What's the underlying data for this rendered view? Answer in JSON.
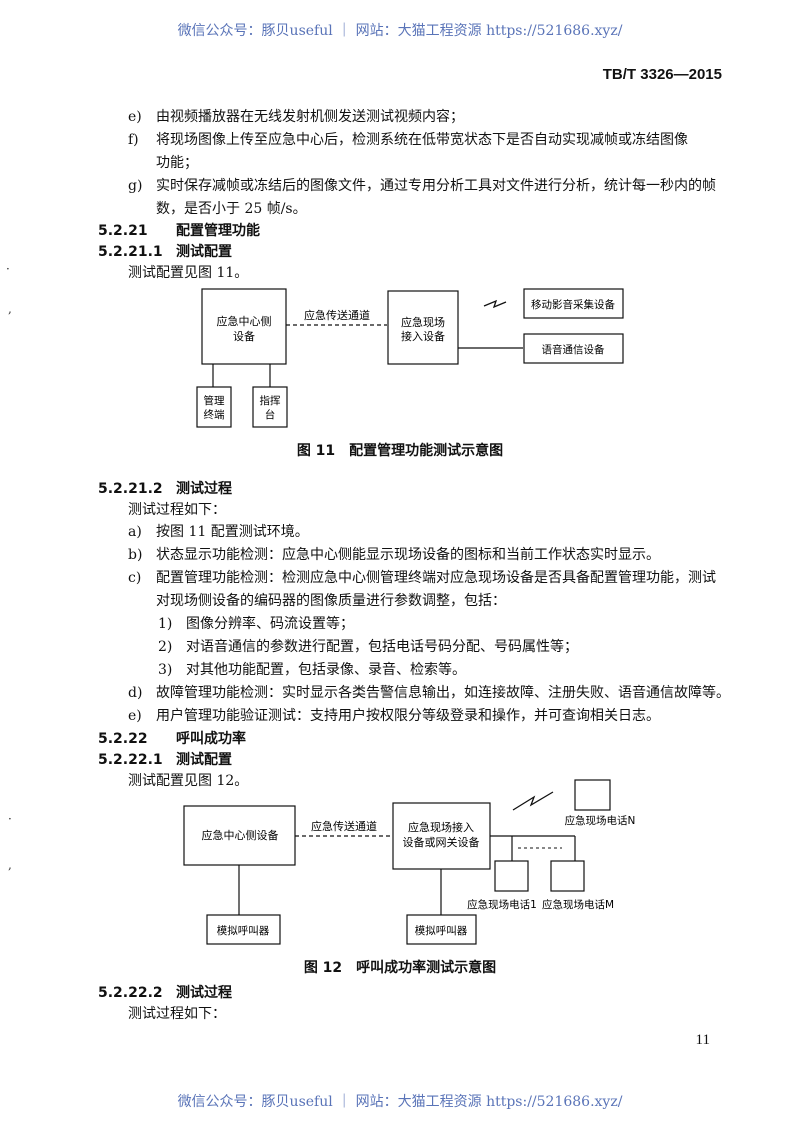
{
  "watermark": "微信公众号：豚贝useful ｜ 网站：大猫工程资源 https://521686.xyz/",
  "standard_no": "TB/T 3326—2015",
  "items_top": [
    {
      "label": "e)",
      "text": "由视频播放器在无线发射机侧发送测试视频内容；"
    },
    {
      "label": "f)",
      "text": "将现场图像上传至应急中心后，检测系统在低带宽状态下是否自动实现减帧或冻结图像"
    },
    {
      "label": "",
      "text": "功能；"
    },
    {
      "label": "g)",
      "text": "实时保存减帧或冻结后的图像文件，通过专用分析工具对文件进行分析，统计每一秒内的帧"
    },
    {
      "label": "",
      "text": "数，是否小于 25 帧/s。"
    }
  ],
  "h_5_2_21": {
    "num": "5.2.21",
    "title": "配置管理功能"
  },
  "h_5_2_21_1": {
    "num": "5.2.21.1",
    "title": "测试配置"
  },
  "txt_cfg11": "测试配置见图 11。",
  "fig11": {
    "center": "应急中心侧\n设备",
    "link": "应急传送通道",
    "access": "应急现场\n接入设备",
    "mobile": "移动影音采集设备",
    "voice": "语音通信设备",
    "term": "管理\n终端",
    "cmd": "指挥\n台",
    "caption": "图 11　配置管理功能测试示意图"
  },
  "h_5_2_21_2": {
    "num": "5.2.21.2",
    "title": "测试过程"
  },
  "txt_proc1": "测试过程如下：",
  "proc_items": [
    {
      "label": "a)",
      "text": "按图 11 配置测试环境。"
    },
    {
      "label": "b)",
      "text": "状态显示功能检测：应急中心侧能显示现场设备的图标和当前工作状态实时显示。"
    },
    {
      "label": "c)",
      "text": "配置管理功能检测：检测应急中心侧管理终端对应急现场设备是否具备配置管理功能，测试"
    },
    {
      "label": "",
      "text": "对现场侧设备的编码器的图像质量进行参数调整，包括："
    },
    {
      "label": "1)",
      "text": "图像分辨率、码流设置等；"
    },
    {
      "label": "2)",
      "text": "对语音通信的参数进行配置，包括电话号码分配、号码属性等；"
    },
    {
      "label": "3)",
      "text": "对其他功能配置，包括录像、录音、检索等。"
    },
    {
      "label": "d)",
      "text": "故障管理功能检测：实时显示各类告警信息输出，如连接故障、注册失败、语音通信故障等。"
    },
    {
      "label": "e)",
      "text": "用户管理功能验证测试：支持用户按权限分等级登录和操作，并可查询相关日志。"
    }
  ],
  "h_5_2_22": {
    "num": "5.2.22",
    "title": "呼叫成功率"
  },
  "h_5_2_22_1": {
    "num": "5.2.22.1",
    "title": "测试配置"
  },
  "txt_cfg12": "测试配置见图 12。",
  "fig12": {
    "center": "应急中心侧设备",
    "link": "应急传送通道",
    "access": "应急现场接入\n设备或网关设备",
    "phoneN": "应急现场电话N",
    "phone1": "应急现场电话1",
    "phoneM": "应急现场电话M",
    "sim_left": "模拟呼叫器",
    "sim_right": "模拟呼叫器",
    "caption": "图 12　呼叫成功率测试示意图"
  },
  "h_5_2_22_2": {
    "num": "5.2.22.2",
    "title": "测试过程"
  },
  "txt_proc2": "测试过程如下：",
  "page_number": "11"
}
